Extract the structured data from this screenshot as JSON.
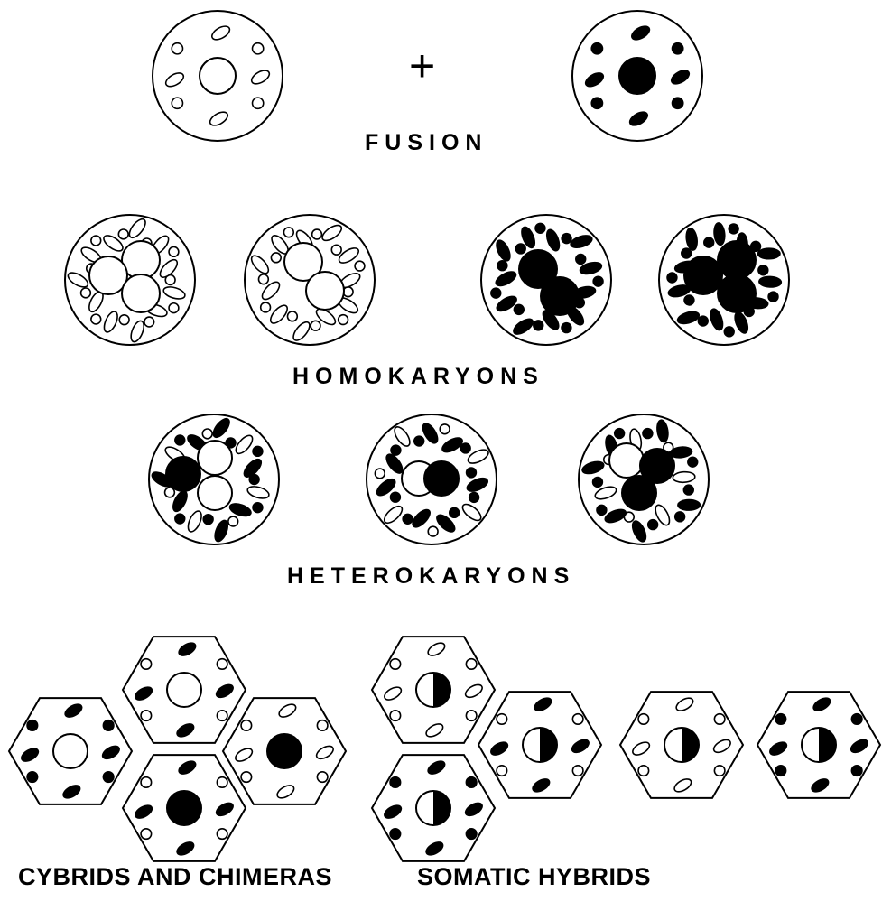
{
  "diagram": {
    "plus_symbol": "+",
    "labels": {
      "fusion": "FUSION",
      "homokaryons": "HOMOKARYONS",
      "heterokaryons": "HETEROKARYONS",
      "cybrids": "CYBRIDS AND CHIMERAS",
      "somatic_hybrids": "SOMATIC HYBRIDS"
    }
  }
}
